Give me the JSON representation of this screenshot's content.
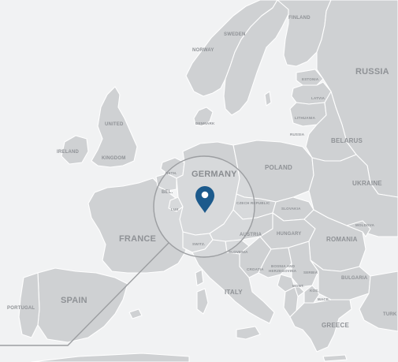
{
  "map": {
    "marker_icon": "location-pin-icon",
    "colors": {
      "sea": "#f1f2f3",
      "land": "#cfd1d3",
      "borders": "#ffffff",
      "labels": "#8f9296",
      "marker": "#1c5a8c",
      "focus_ring": "#9c9ea1"
    },
    "countries": {
      "finland": "FINLAND",
      "sweden": "SWEDEN",
      "norway": "NORWAY",
      "russia": "RUSSIA",
      "estonia": "ESTONIA",
      "latvia": "LATVIA",
      "lithuania": "LITHUANIA",
      "russia_kaliningrad": "RUSSIA",
      "denmark": "DENMARK",
      "united_kingdom_1": "UNITED",
      "united_kingdom_2": "KINGDOM",
      "ireland": "IRELAND",
      "belarus": "BELARUS",
      "netherlands": "NETH.",
      "germany": "GERMANY",
      "poland": "POLAND",
      "ukraine": "UKRAINE",
      "belgium": "BEL.",
      "luxembourg": "LUX",
      "czech_republic": "CZECH REPUBLIC",
      "slovakia": "SLOVAKIA",
      "moldova": "MOLDOVA",
      "austria": "AUSTRIA",
      "hungary": "HUNGARY",
      "romania": "ROMANIA",
      "france": "FRANCE",
      "switzerland": "SWITZ.",
      "slovenia": "SLOVENIA",
      "croatia": "CROATIA",
      "bosnia_1": "BOSNIA AND",
      "bosnia_2": "HERZEGOVINA",
      "serbia": "SERBIA",
      "bulgaria": "BULGARIA",
      "montenegro": "MONT.",
      "kosovo": "KOS.",
      "macedonia": "MACE.",
      "italy": "ITALY",
      "spain": "SPAIN",
      "portugal": "PORTUGAL",
      "greece": "GREECE",
      "turkey": "TURK"
    }
  }
}
